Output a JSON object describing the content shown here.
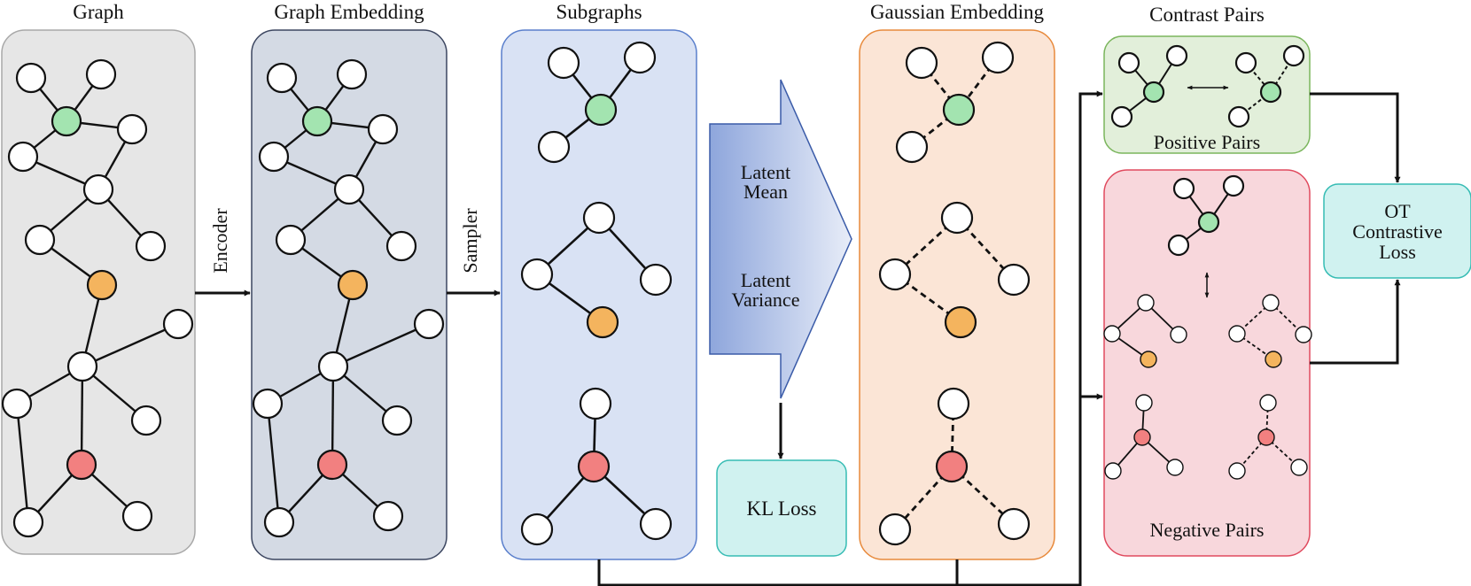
{
  "titles": {
    "graph": "Graph",
    "graph_embedding": "Graph Embedding",
    "subgraphs": "Subgraphs",
    "gaussian_embedding": "Gaussian Embedding",
    "contrast_pairs": "Contrast Pairs"
  },
  "arrows": {
    "encoder": "Encoder",
    "sampler": "Sampler"
  },
  "latent": {
    "mean_line1": "Latent",
    "mean_line2": "Mean",
    "variance_line1": "Latent",
    "variance_line2": "Variance"
  },
  "boxes": {
    "kl_loss": "KL Loss",
    "positive_pairs": "Positive Pairs",
    "negative_pairs": "Negative Pairs",
    "ot_line1": "OT",
    "ot_line2": "Contrastive",
    "ot_line3": "Loss"
  },
  "colors": {
    "graph_panel": "#e6e6e6",
    "graph_embedding_panel": "#d4dae4",
    "subgraphs_panel": "#d9e2f4",
    "gaussian_panel": "#fbe5d6",
    "positive_panel": "#e2efda",
    "negative_panel": "#f8d7dc",
    "loss_box": "#d0f2f0",
    "node_green": "#a3e4b0",
    "node_orange": "#f4b45e",
    "node_red": "#f28080",
    "node_default": "#ffffff"
  }
}
